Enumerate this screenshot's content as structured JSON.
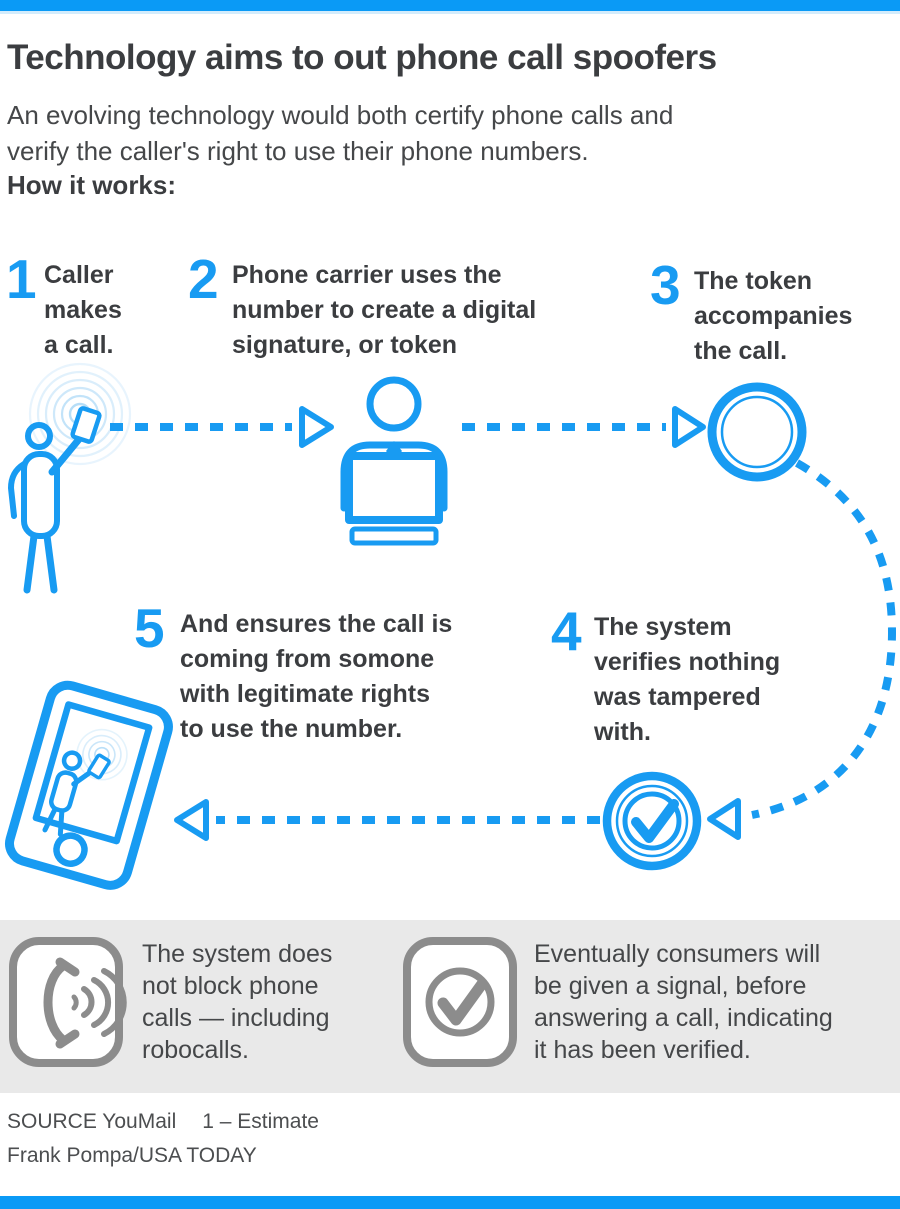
{
  "colors": {
    "accent_blue": "#189bf2",
    "bar_blue": "#0a9af6",
    "dark_text": "#3b3d40",
    "body_text": "#454749",
    "gray_icon": "#8c8c8c",
    "panel_bg": "#e9e9e9",
    "ripple": "#b3dcf7",
    "source_text": "#4c4e50"
  },
  "header": {
    "title": "Technology aims to out phone call spoofers",
    "subtitle_lines": [
      "An evolving technology would both certify phone calls and",
      "verify the caller's right to use their phone numbers."
    ],
    "how_it_works": "How it works:"
  },
  "steps": [
    {
      "num": "1",
      "lines": [
        "Caller",
        "makes",
        "a call."
      ]
    },
    {
      "num": "2",
      "lines": [
        "Phone carrier uses the",
        "number to create a digital",
        "signature, or token"
      ]
    },
    {
      "num": "3",
      "lines": [
        "The token",
        "accompanies",
        "the call."
      ]
    },
    {
      "num": "4",
      "lines": [
        "The system",
        "verifies nothing",
        "was tampered",
        "with."
      ]
    },
    {
      "num": "5",
      "lines": [
        "And ensures the call is",
        "coming from somone",
        "with legitimate rights",
        "to use the number."
      ]
    }
  ],
  "icons": [
    "caller-with-phone-icon",
    "signal-ripples-icon",
    "carrier-agent-computer-icon",
    "token-circle-icon",
    "verified-badge-check-icon",
    "smartphone-receiving-icon",
    "phone-handset-waves-icon",
    "check-circle-icon"
  ],
  "notes": [
    {
      "lines": [
        "The system does",
        "not block phone",
        "calls — including",
        "robocalls."
      ]
    },
    {
      "lines": [
        "Eventually consumers will",
        "be given a signal, before",
        "answering a call, indicating",
        "it has been verified."
      ]
    }
  ],
  "footer": {
    "source": "SOURCE YouMail",
    "estimate": "1 – Estimate",
    "credit": "Frank Pompa/USA TODAY"
  }
}
